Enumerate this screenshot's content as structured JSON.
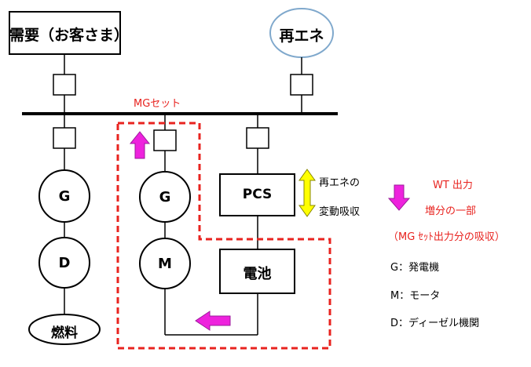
{
  "nodes": {
    "demand": "需要（お客さま）",
    "renewable": "再エネ",
    "gen_left": "G",
    "diesel": "D",
    "fuel": "燃料",
    "gen_mg": "G",
    "motor": "M",
    "pcs": "PCS",
    "battery": "電池"
  },
  "labels": {
    "mg_set": "MGセット",
    "pcs_note_line1": "再エネの",
    "pcs_note_line2": "変動吸収",
    "wt_line1": "WT 出力",
    "wt_line2": "増分の一部",
    "wt_line3": "（MG ｾｯﾄ出力分の吸収）"
  },
  "legend": [
    "G：発電機",
    "M：モータ",
    "D：ディーゼル機関"
  ],
  "colors": {
    "line": "#000000",
    "mg_boundary": "#e8231f",
    "accent_text": "#e8231f",
    "arrow_magenta": "#ee22dd",
    "arrow_yellow": "#ffff00",
    "renewable_border": "#7fa8cc"
  }
}
